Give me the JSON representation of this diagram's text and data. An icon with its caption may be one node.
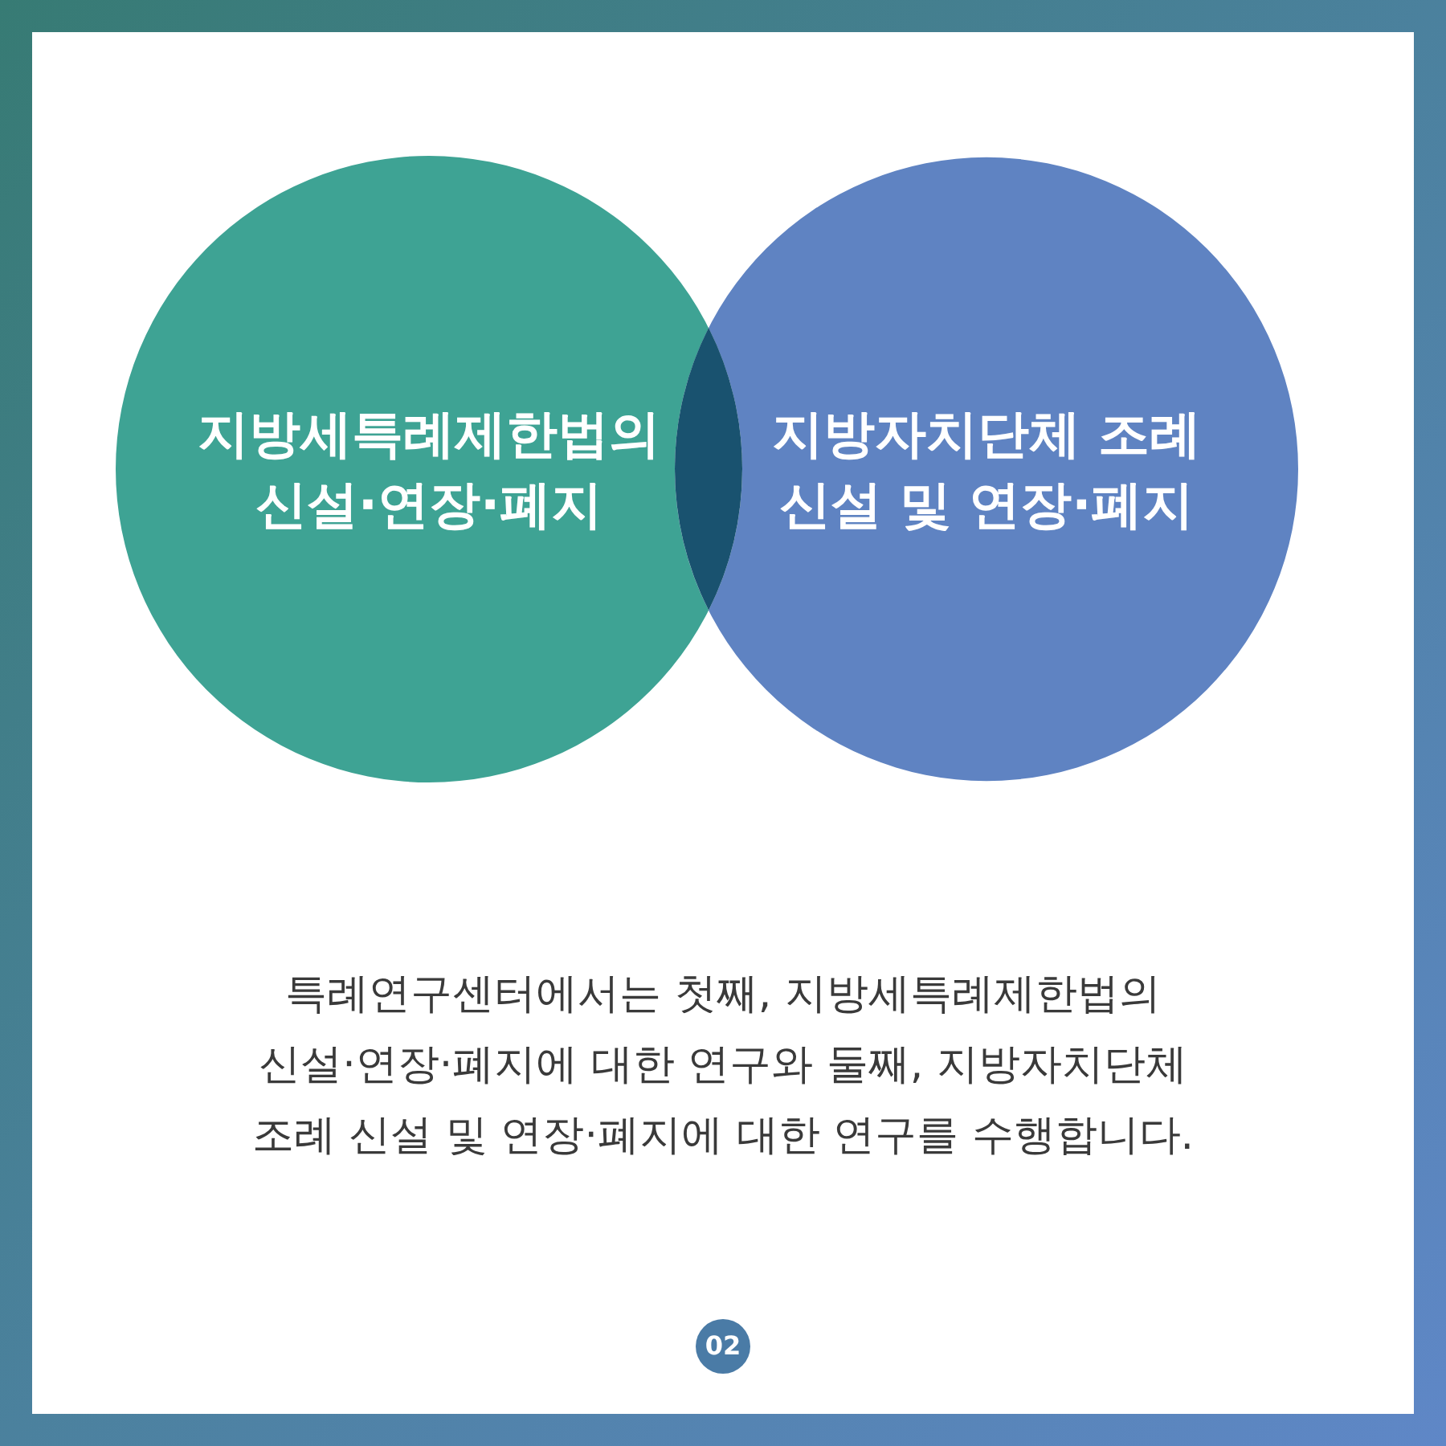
{
  "diagram": {
    "nodes": [
      {
        "text": [
          "지방세특례제한법의 신설·연장·폐지"
        ]
      },
      {
        "text": [],
        "shape": "lens"
      },
      {
        "text": [
          "지방자치단체 조례 신설 및 연장·폐지"
        ]
      },
      {
        "text": [
          "02"
        ]
      }
    ],
    "labels": [
      "특례연구센터에서는 첫째, 지방세특례제한법의 신설·연장·폐지에 대한 연구와 둘째, 지방자치단체 조례 신설 및 연장·폐지에 대한 연구를 수행합니다."
    ]
  }
}
